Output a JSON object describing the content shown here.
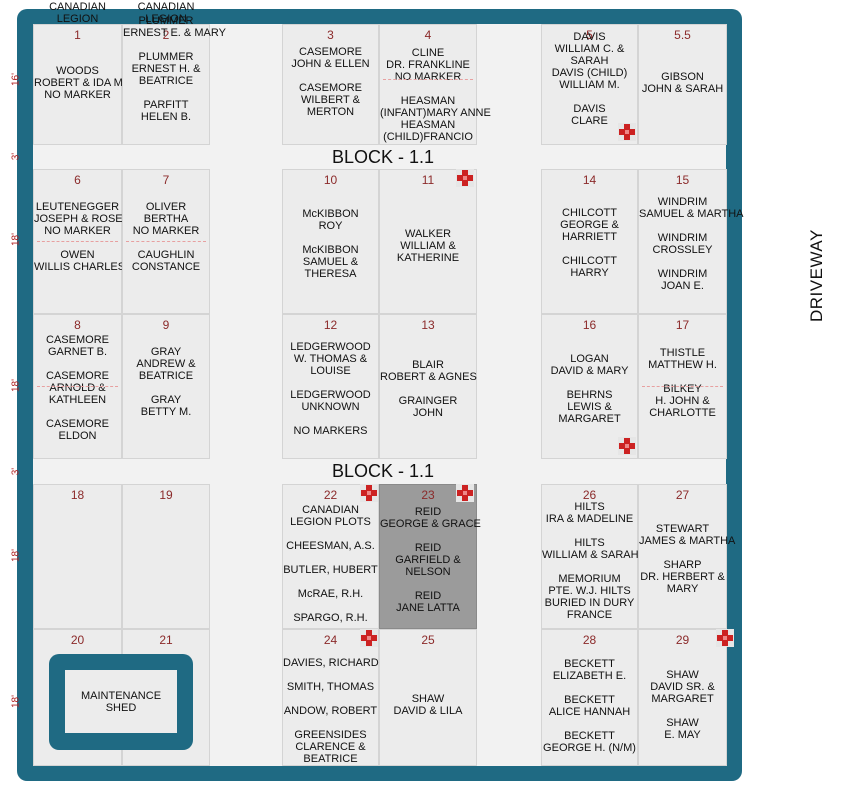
{
  "map": {
    "block_label": "BLOCK - 1.1",
    "driveway_label": "DRIVEWAY",
    "shed_label": [
      "MAINTENANCE",
      "SHED"
    ],
    "dims": [
      "16'",
      "3'",
      "18'",
      "18'",
      "3'",
      "18'",
      "18'"
    ],
    "colors": {
      "frame": "#1f6a83",
      "plot": "#ececec",
      "highlight": "#9b9b9b",
      "number": "#8b2a2a",
      "marker": "#cc2222"
    }
  },
  "plots": [
    {
      "num": "1",
      "lines": [
        "WOODS",
        "ROBERT & IDA MAY",
        "NO MARKER"
      ]
    },
    {
      "num": "2",
      "lines": [
        "PLUMMER",
        "ERNEST E. & MARY",
        "",
        "PLUMMER",
        "ERNEST H. &",
        "BEATRICE",
        "",
        "PARFITT",
        "HELEN B."
      ]
    },
    {
      "num": "3",
      "lines": [
        "CASEMORE",
        "JOHN & ELLEN",
        "",
        "CASEMORE",
        "WILBERT &",
        "MERTON"
      ]
    },
    {
      "num": "4",
      "lines": [
        "CLINE",
        "DR. FRANKLINE",
        "NO MARKER",
        "",
        "HEASMAN",
        "(INFANT)MARY ANNE",
        "HEASMAN",
        "(CHILD)FRANCIO"
      ]
    },
    {
      "num": "5",
      "lines": [
        "DAVIS",
        "WILLIAM C. &",
        "SARAH",
        "DAVIS (CHILD)",
        "WILLIAM M.",
        "",
        "DAVIS",
        "CLARE"
      ]
    },
    {
      "num": "5.5",
      "lines": [
        "GIBSON",
        "JOHN & SARAH"
      ]
    },
    {
      "num": "6",
      "lines": [
        "LEUTENEGGER",
        "JOSEPH & ROSE",
        "NO MARKER",
        "",
        "OWEN",
        "WILLIS CHARLES"
      ]
    },
    {
      "num": "7",
      "lines": [
        "OLIVER",
        "BERTHA",
        "NO MARKER",
        "",
        "CAUGHLIN",
        "CONSTANCE"
      ]
    },
    {
      "num": "10",
      "lines": [
        "McKIBBON",
        "ROY",
        "",
        "McKIBBON",
        "SAMUEL &",
        "THERESA"
      ]
    },
    {
      "num": "11",
      "lines": [
        "WALKER",
        "WILLIAM &",
        "KATHERINE"
      ]
    },
    {
      "num": "14",
      "lines": [
        "CHILCOTT",
        "GEORGE &",
        "HARRIETT",
        "",
        "CHILCOTT",
        "HARRY"
      ]
    },
    {
      "num": "15",
      "lines": [
        "WINDRIM",
        "SAMUEL & MARTHA",
        "",
        "WINDRIM",
        "CROSSLEY",
        "",
        "WINDRIM",
        "JOAN E."
      ]
    },
    {
      "num": "8",
      "lines": [
        "CASEMORE",
        "GARNET B.",
        "",
        "CASEMORE",
        "ARNOLD &",
        "KATHLEEN",
        "",
        "CASEMORE",
        "ELDON"
      ]
    },
    {
      "num": "9",
      "lines": [
        "GRAY",
        "ANDREW &",
        "BEATRICE",
        "",
        "GRAY",
        "BETTY M."
      ]
    },
    {
      "num": "12",
      "lines": [
        "LEDGERWOOD",
        "W. THOMAS &",
        "LOUISE",
        "",
        "LEDGERWOOD",
        "UNKNOWN",
        "",
        "NO MARKERS"
      ]
    },
    {
      "num": "13",
      "lines": [
        "BLAIR",
        "ROBERT & AGNES",
        "",
        "GRAINGER",
        "JOHN"
      ]
    },
    {
      "num": "16",
      "lines": [
        "LOGAN",
        "DAVID & MARY",
        "",
        "BEHRNS",
        "LEWIS &",
        "MARGARET"
      ]
    },
    {
      "num": "17",
      "lines": [
        "THISTLE",
        "MATTHEW H.",
        "",
        "BILKEY",
        "H. JOHN &",
        "CHARLOTTE"
      ]
    },
    {
      "num": "18",
      "lines": [
        "CANADIAN",
        "LEGION"
      ]
    },
    {
      "num": "19",
      "lines": [
        "CANADIAN",
        "LEGION"
      ]
    },
    {
      "num": "22",
      "lines": [
        "CANADIAN",
        "LEGION PLOTS",
        "",
        "CHEESMAN, A.S.",
        "",
        "BUTLER, HUBERT",
        "",
        "McRAE, R.H.",
        "",
        "SPARGO, R.H."
      ]
    },
    {
      "num": "23",
      "lines": [
        "REID",
        "GEORGE & GRACE",
        "",
        "REID",
        "GARFIELD &",
        "NELSON",
        "",
        "REID",
        "JANE LATTA"
      ]
    },
    {
      "num": "26",
      "lines": [
        "HILTS",
        "IRA & MADELINE",
        "",
        "HILTS",
        "WILLIAM & SARAH",
        "",
        "MEMORIUM",
        "PTE. W.J. HILTS",
        "BURIED IN DURY",
        "FRANCE"
      ]
    },
    {
      "num": "27",
      "lines": [
        "STEWART",
        "JAMES & MARTHA",
        "",
        "SHARP",
        "DR. HERBERT &",
        "MARY"
      ]
    },
    {
      "num": "20",
      "lines": []
    },
    {
      "num": "21",
      "lines": []
    },
    {
      "num": "24",
      "lines": [
        "DAVIES, RICHARD",
        "",
        "SMITH, THOMAS",
        "",
        "ANDOW, ROBERT",
        "",
        "GREENSIDES",
        "CLARENCE &",
        "BEATRICE"
      ]
    },
    {
      "num": "25",
      "lines": [
        "SHAW",
        "DAVID & LILA"
      ]
    },
    {
      "num": "28",
      "lines": [
        "BECKETT",
        "ELIZABETH E.",
        "",
        "BECKETT",
        "ALICE HANNAH",
        "",
        "BECKETT",
        "GEORGE H. (N/M)"
      ]
    },
    {
      "num": "29",
      "lines": [
        "SHAW",
        "DAVID SR. &",
        "MARGARET",
        "",
        "SHAW",
        "E. MAY"
      ]
    }
  ]
}
